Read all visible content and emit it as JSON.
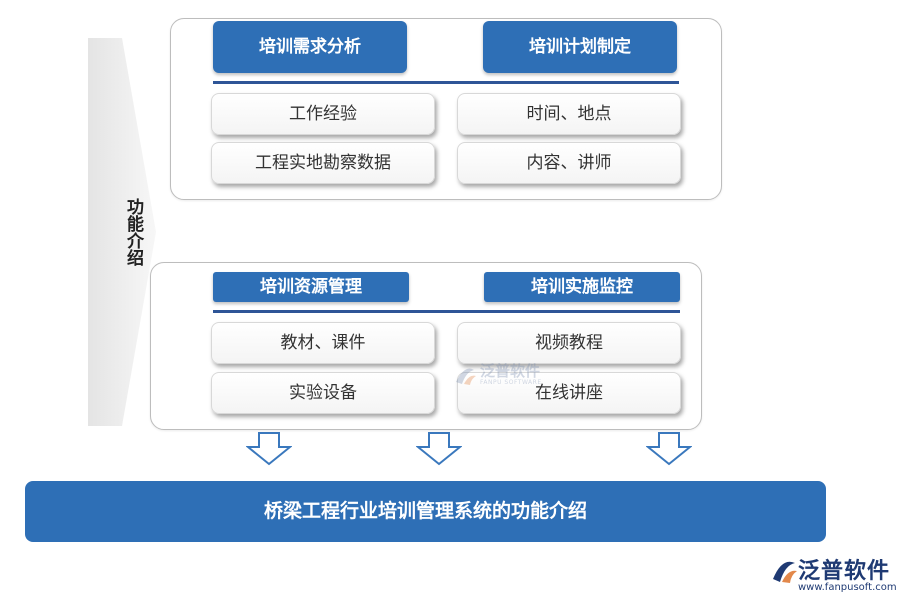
{
  "side_label": "功能介绍",
  "panel_top": {
    "left_heading": "培训需求分析",
    "right_heading": "培训计划制定",
    "left_items": [
      "工作经验",
      "工程实地勘察数据"
    ],
    "right_items": [
      "时间、地点",
      "内容、讲师"
    ]
  },
  "panel_bottom": {
    "left_heading": "培训资源管理",
    "right_heading": "培训实施监控",
    "left_items": [
      "教材、课件",
      "实验设备"
    ],
    "right_items": [
      "视频教程",
      "在线讲座"
    ]
  },
  "footer_title": "桥梁工程行业培训管理系统的功能介绍",
  "watermark": {
    "brand": "泛普软件",
    "sub": "FANPU SOFTWARE"
  },
  "logo": {
    "brand": "泛普软件",
    "url": "www.fanpusoft.com"
  },
  "colors": {
    "primary": "#2e6fb6",
    "divider": "#2e5597",
    "arrow_stroke": "#3a78bd",
    "logo": "#1f3a73"
  }
}
